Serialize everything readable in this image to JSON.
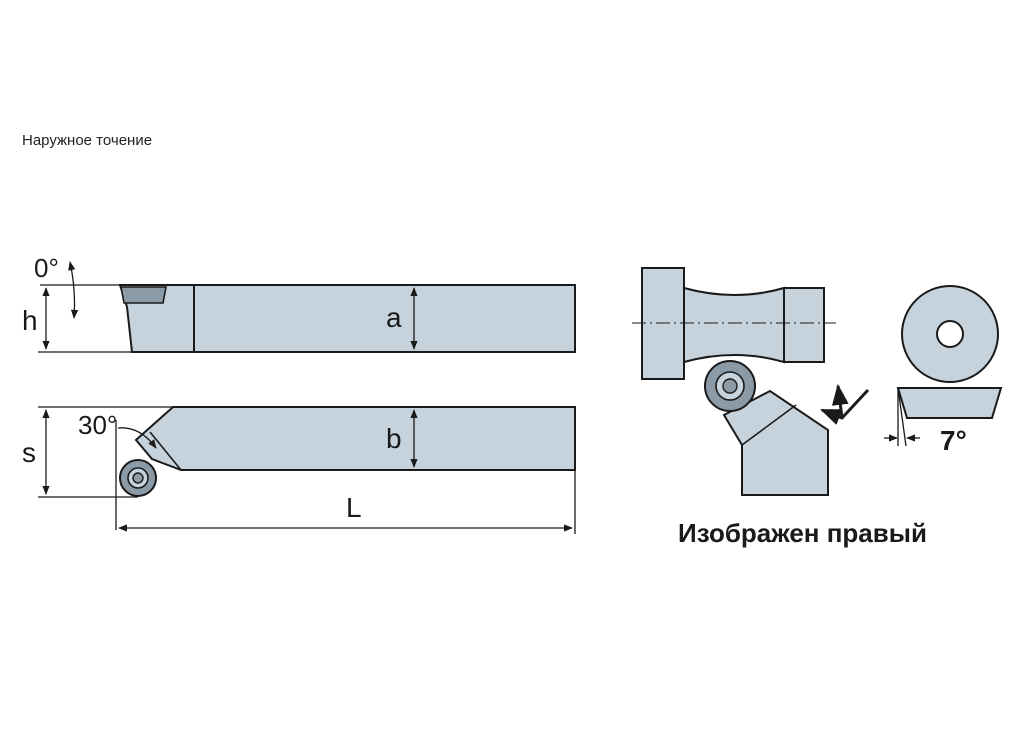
{
  "title": "Наружное точение",
  "labels": {
    "angle_top": "0°",
    "h": "h",
    "a": "a",
    "angle_side": "30°",
    "s": "s",
    "b": "b",
    "L": "L",
    "clearance_angle": "7°"
  },
  "caption": "Изображен правый",
  "colors": {
    "fill": "#c6d3dc",
    "insert": "#8a9aa7",
    "stroke": "#1a1a1a"
  }
}
